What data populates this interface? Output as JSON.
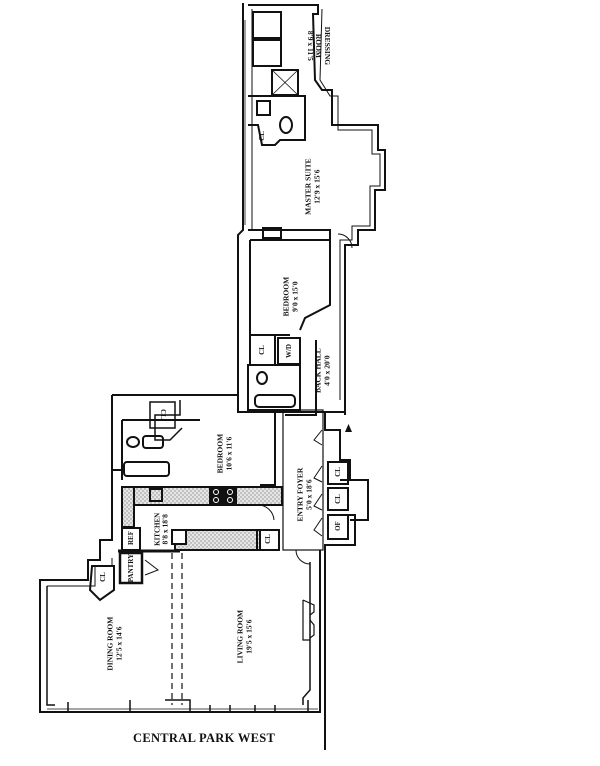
{
  "street_label": "CENTRAL PARK WEST",
  "rooms": {
    "dressing_room": {
      "name": "DRESSING ROOM",
      "name_l1": "DRESSING",
      "name_l2": "ROOM",
      "dims": "8'9 x 11'5"
    },
    "master_suite": {
      "name": "MASTER SUITE",
      "dims": "12'9 x 15'6"
    },
    "bedroom_upper": {
      "name": "BEDROOM",
      "dims": "9'0 x 15'0"
    },
    "back_hall": {
      "name": "BACK HALL",
      "dims": "4'0 x 20'0"
    },
    "bedroom_lower": {
      "name": "BEDROOM",
      "dims": "10'6 x 11'6"
    },
    "entry_foyer": {
      "name": "ENTRY FOYER",
      "dims": "5'0 x 18'6"
    },
    "kitchen": {
      "name": "KITCHEN",
      "dims": "8'8 x 18'8"
    },
    "dining_room": {
      "name": "DINING ROOM",
      "dims": "12'5 x 14'6"
    },
    "living_room": {
      "name": "LIVING ROOM",
      "dims": "19'5 x 15'6"
    }
  },
  "closets": {
    "cl_label": "CL",
    "wd_label": "W/D",
    "of_label": "OF",
    "ref_label": "REF",
    "pantry_label": "PANTRY"
  },
  "colors": {
    "wall": "#111111",
    "fill_counter": "#cfcfcf",
    "background": "#ffffff"
  }
}
